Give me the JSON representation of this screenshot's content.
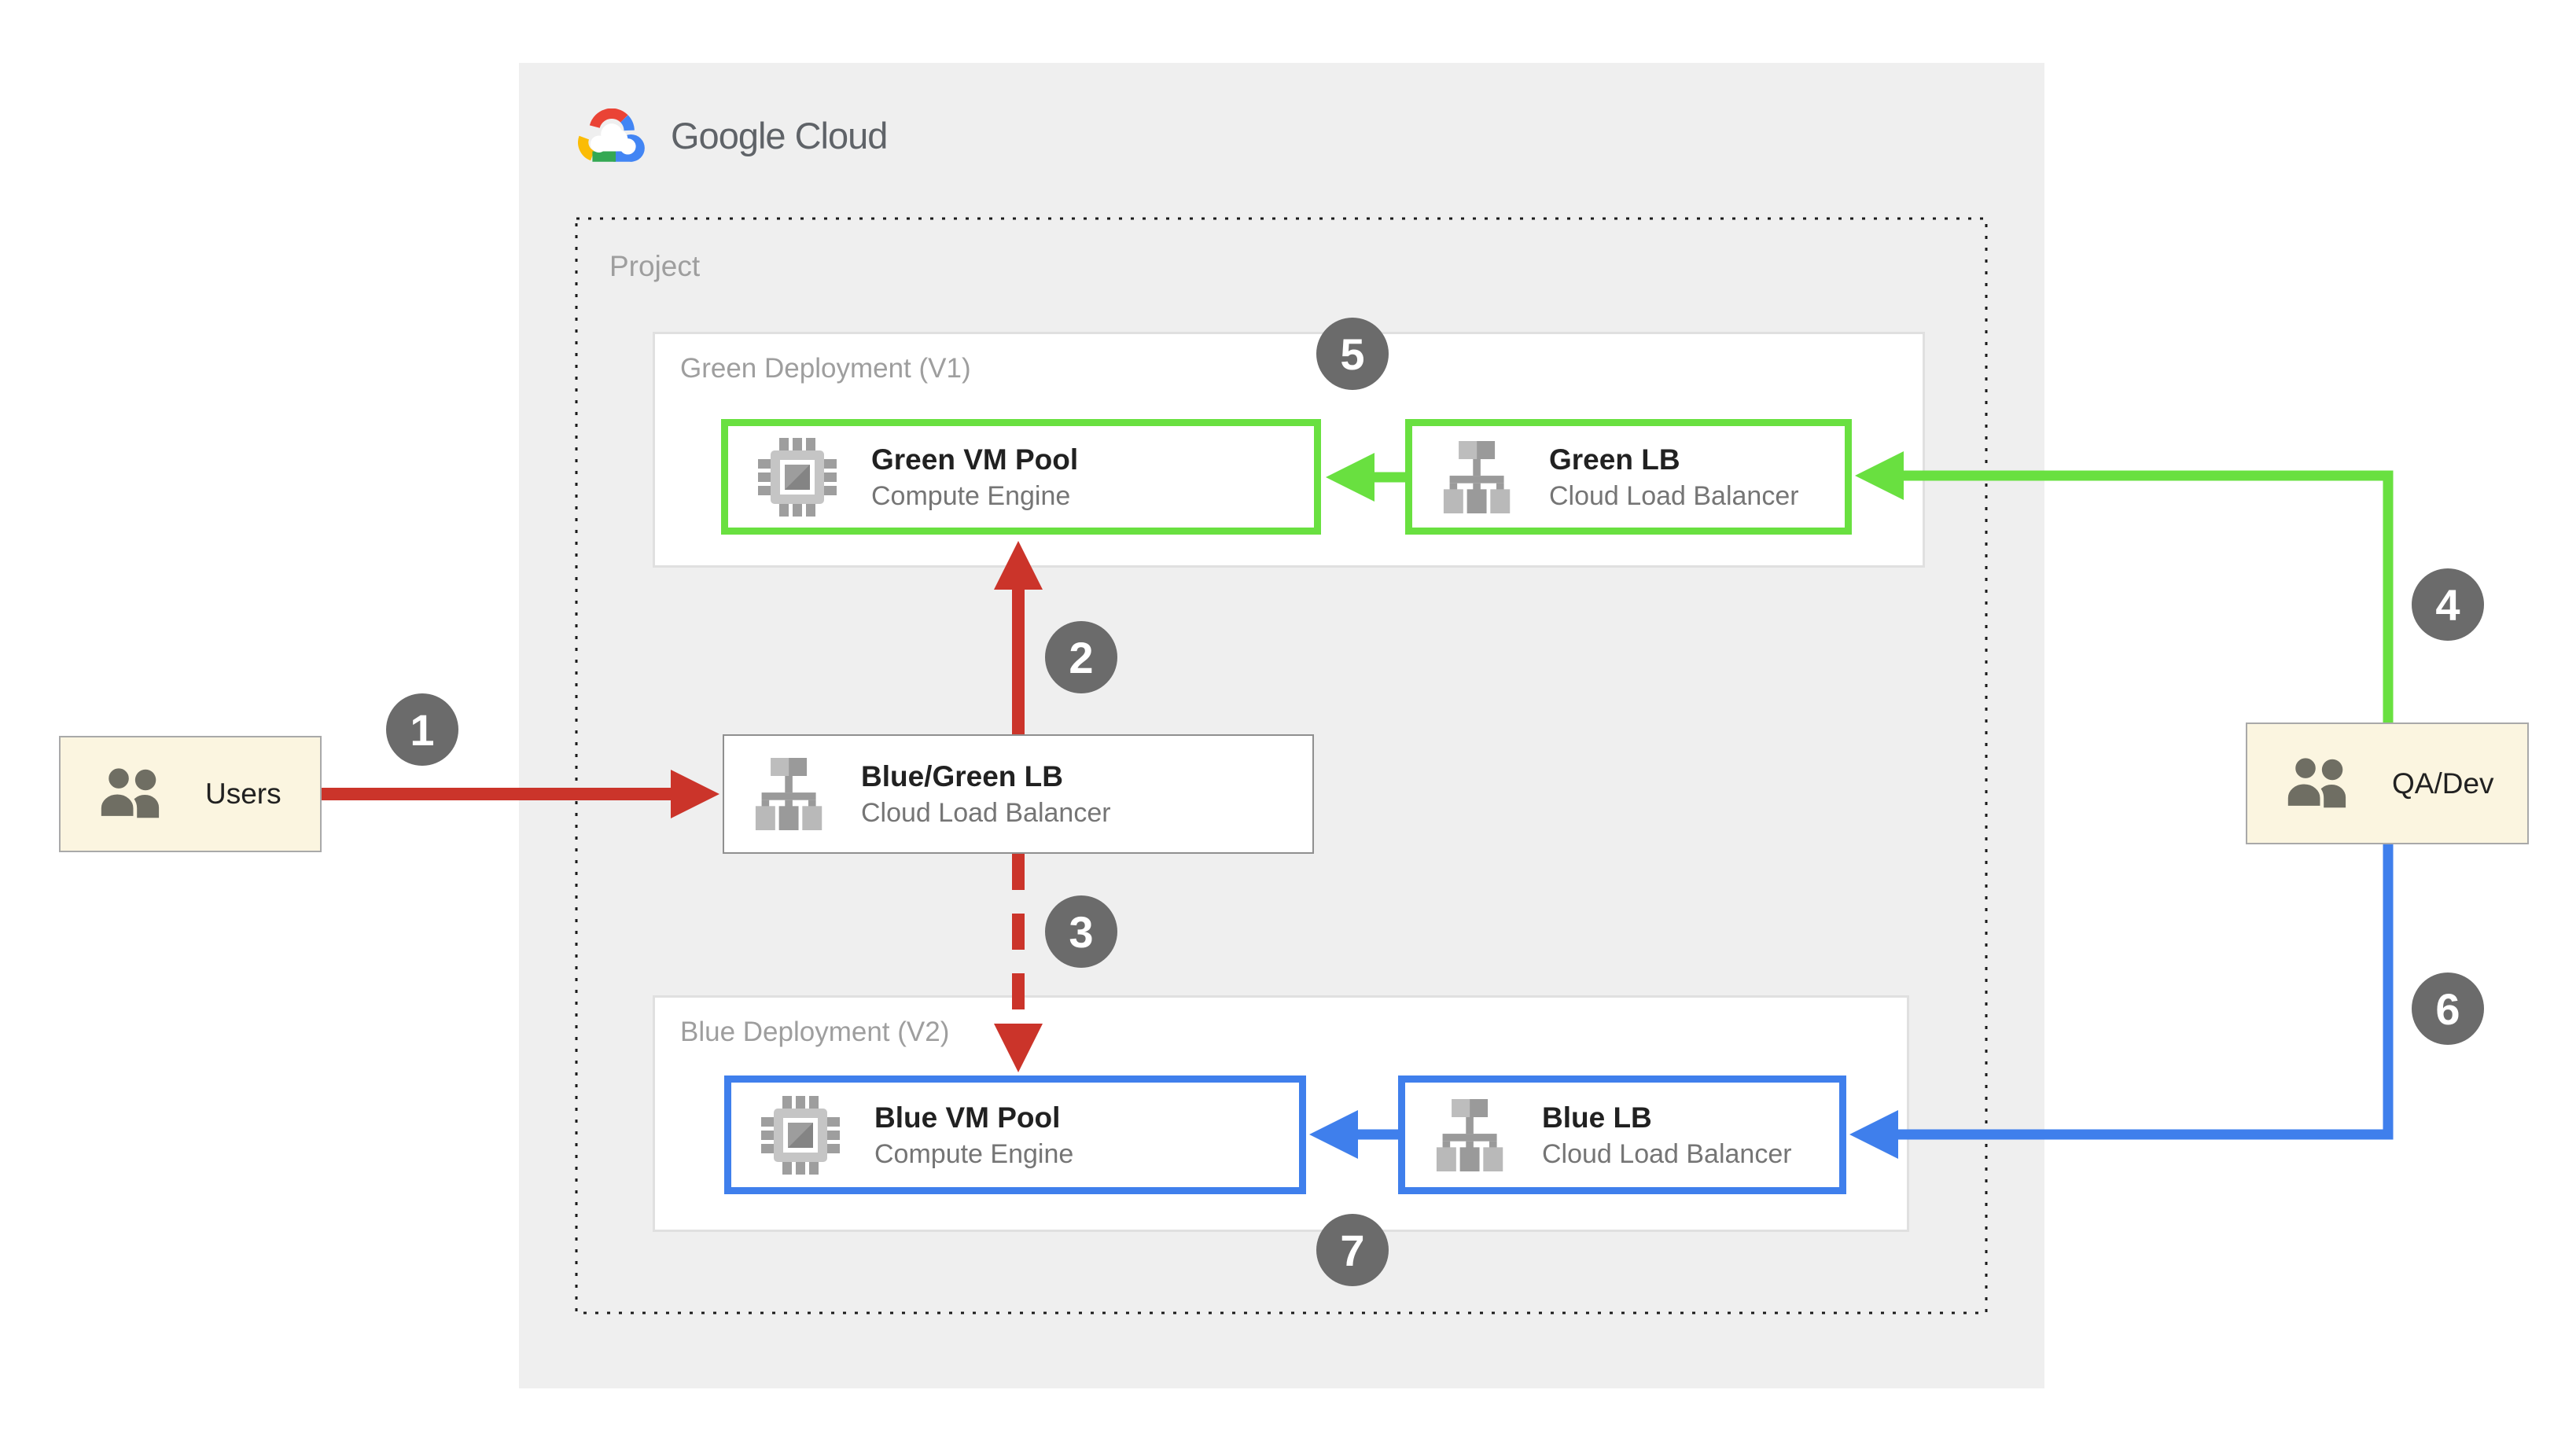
{
  "brand": {
    "logo_text": "Google Cloud",
    "logo_icon": "google-cloud-logo-icon"
  },
  "project": {
    "label": "Project"
  },
  "deployments": {
    "green": {
      "label": "Green Deployment (V1)",
      "accent_color": "#69E040",
      "vm": {
        "title": "Green VM Pool",
        "subtitle": "Compute Engine",
        "icon": "compute-engine-icon"
      },
      "lb": {
        "title": "Green LB",
        "subtitle": "Cloud Load Balancer",
        "icon": "load-balancer-icon"
      }
    },
    "blue": {
      "label": "Blue Deployment (V2)",
      "accent_color": "#3F7FEC",
      "vm": {
        "title": "Blue VM Pool",
        "subtitle": "Compute Engine",
        "icon": "compute-engine-icon"
      },
      "lb": {
        "title": "Blue LB",
        "subtitle": "Cloud Load Balancer",
        "icon": "load-balancer-icon"
      }
    }
  },
  "router": {
    "title": "Blue/Green LB",
    "subtitle": "Cloud Load Balancer",
    "icon": "load-balancer-icon"
  },
  "actors": {
    "users": {
      "label": "Users",
      "icon": "users-icon"
    },
    "qadev": {
      "label": "QA/Dev",
      "icon": "users-icon"
    }
  },
  "steps": [
    "1",
    "2",
    "3",
    "4",
    "5",
    "6",
    "7"
  ],
  "colors": {
    "arrow_red": "#CB342A",
    "arrow_green": "#69E040",
    "arrow_blue": "#3F7FEC",
    "step_circle": "#6B6B6B",
    "panel_gray": "#EFEFEF",
    "actor_cream": "#FBF5E0"
  }
}
